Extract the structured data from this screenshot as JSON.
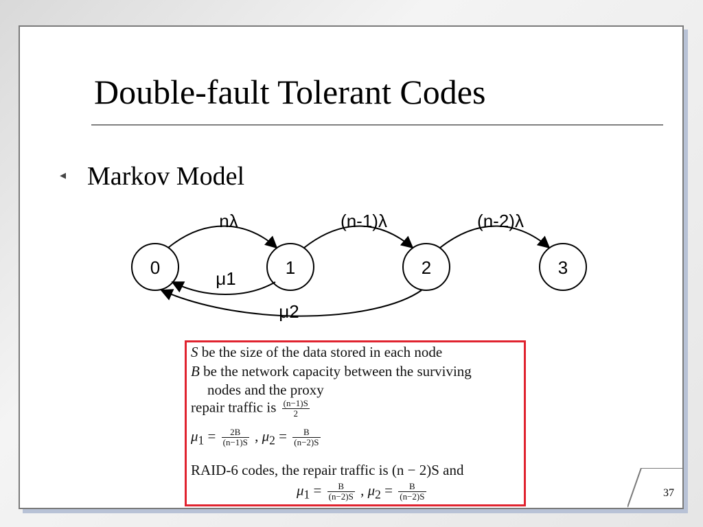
{
  "slide": {
    "title": "Double-fault Tolerant Codes",
    "bullet": "Markov Model",
    "page_number": "37"
  },
  "diagram": {
    "states": [
      "0",
      "1",
      "2",
      "3"
    ],
    "transitions": {
      "t01": "nλ",
      "t12": "(n-1)λ",
      "t23": "(n-2)λ",
      "r10": "μ1",
      "r20": "μ2"
    }
  },
  "formulas": {
    "line1_var": "S",
    "line1_text": " be the size of the data stored in each node",
    "line2_var": "B",
    "line2_text": " be the network capacity between the surviving",
    "line3_text": "nodes and the proxy",
    "line4_text": "repair traffic is ",
    "line4_num": "(n−1)S",
    "line4_den": "2",
    "line5_mu1": "μ",
    "line5_sub1": "1",
    "line5_eq": " = ",
    "line5_num1": "2B",
    "line5_den1": "(n−1)S",
    "line5_sep": " ,  ",
    "line5_mu2": "μ",
    "line5_sub2": "2",
    "line5_eq2": " = ",
    "line5_num2": "B",
    "line5_den2": "(n−2)S",
    "line6_text": "RAID-6 codes, the repair traffic is (n − 2)S and",
    "line7_mu1": "μ",
    "line7_sub1": "1",
    "line7_eq": " = ",
    "line7_num1": "B",
    "line7_den1": "(n−2)S",
    "line7_sep": " ,  ",
    "line7_mu2": "μ",
    "line7_sub2": "2",
    "line7_eq2": " = ",
    "line7_num2": "B",
    "line7_den2": "(n−2)S"
  },
  "colors": {
    "box_border": "#e0232f",
    "frame_shadow": "#b8c2d6"
  }
}
